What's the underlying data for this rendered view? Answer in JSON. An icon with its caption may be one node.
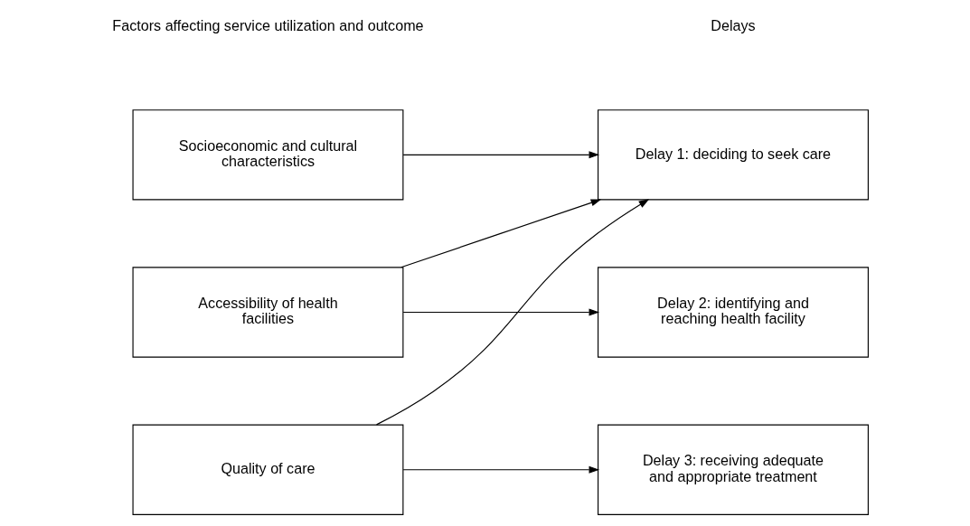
{
  "diagram": {
    "nodes": [
      {
        "text": [
          "Socioeconomic and cultural characteristics"
        ]
      },
      {
        "text": [
          "Accessibility of health facilities"
        ]
      },
      {
        "text": [
          "Quality of care"
        ]
      },
      {
        "text": [
          "Delay 1: deciding to seek care"
        ]
      },
      {
        "text": [
          "Delay 2: identifying and reaching health facility"
        ]
      },
      {
        "text": [
          "Delay 3: receiving adequate and appropriate treatment"
        ]
      }
    ],
    "edges": [
      {
        "from": 0,
        "to": 3,
        "arrow": "to"
      },
      {
        "from": 1,
        "to": 3,
        "arrow": "to"
      },
      {
        "from": 1,
        "to": 4,
        "arrow": "to"
      },
      {
        "from": 2,
        "to": 3,
        "arrow": "to"
      },
      {
        "from": 2,
        "to": 5,
        "arrow": "to"
      }
    ],
    "labels": [
      "Factors affecting service utilization and outcome",
      "Delays"
    ]
  }
}
